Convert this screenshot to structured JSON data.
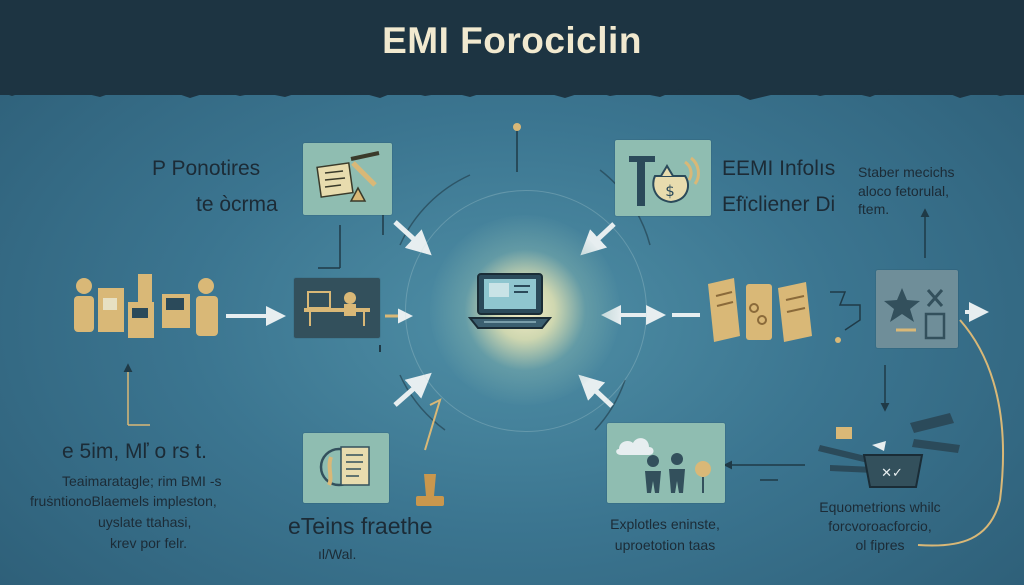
{
  "header": {
    "title": "EMI Forociclin"
  },
  "labels": {
    "top_left_1": "P Ponotires",
    "top_left_2": "te òcrma",
    "top_right_1": "EEMI Infolıs",
    "top_right_2": "Efïcliener Di",
    "top_right_small_1": "Staber mecichs",
    "top_right_small_2": "aloco  fetorulal,",
    "top_right_small_3": "ftem.",
    "left_1": "e 5im,   Mľ o rs t.",
    "left_2": "Teaimaratagle; rim BMI -s",
    "left_3": "fruṡntionoBlaemels impleston,",
    "left_4": "uyslate ttahasi,",
    "left_5": "krev por felr.",
    "bottom_center_1": "eTeins fraethe",
    "bottom_center_2": "ıl/Wal.",
    "bottom_mid_1": "Explotles eninste,",
    "bottom_mid_2": "uproetotion taas",
    "bottom_right_1": "Equometrions whilc",
    "bottom_right_2": "forcvoroacforcio,",
    "bottom_right_3": "ol fipres"
  },
  "icons": {
    "hub": "laptop-icon",
    "tile_top_left": "checklist-icon",
    "tile_top_right": "money-bag-icon",
    "tile_left": "workstation-icon",
    "tile_right": "star-icon",
    "tile_bottom_center": "document-icon",
    "tile_bottom_mid": "people-icon"
  },
  "colors": {
    "header": "#1d3442",
    "background": "#3b7590",
    "tile": "#8fbdb1",
    "accent": "#d9b877",
    "ink": "#1c2b36",
    "arrow": "#e7eef0"
  }
}
